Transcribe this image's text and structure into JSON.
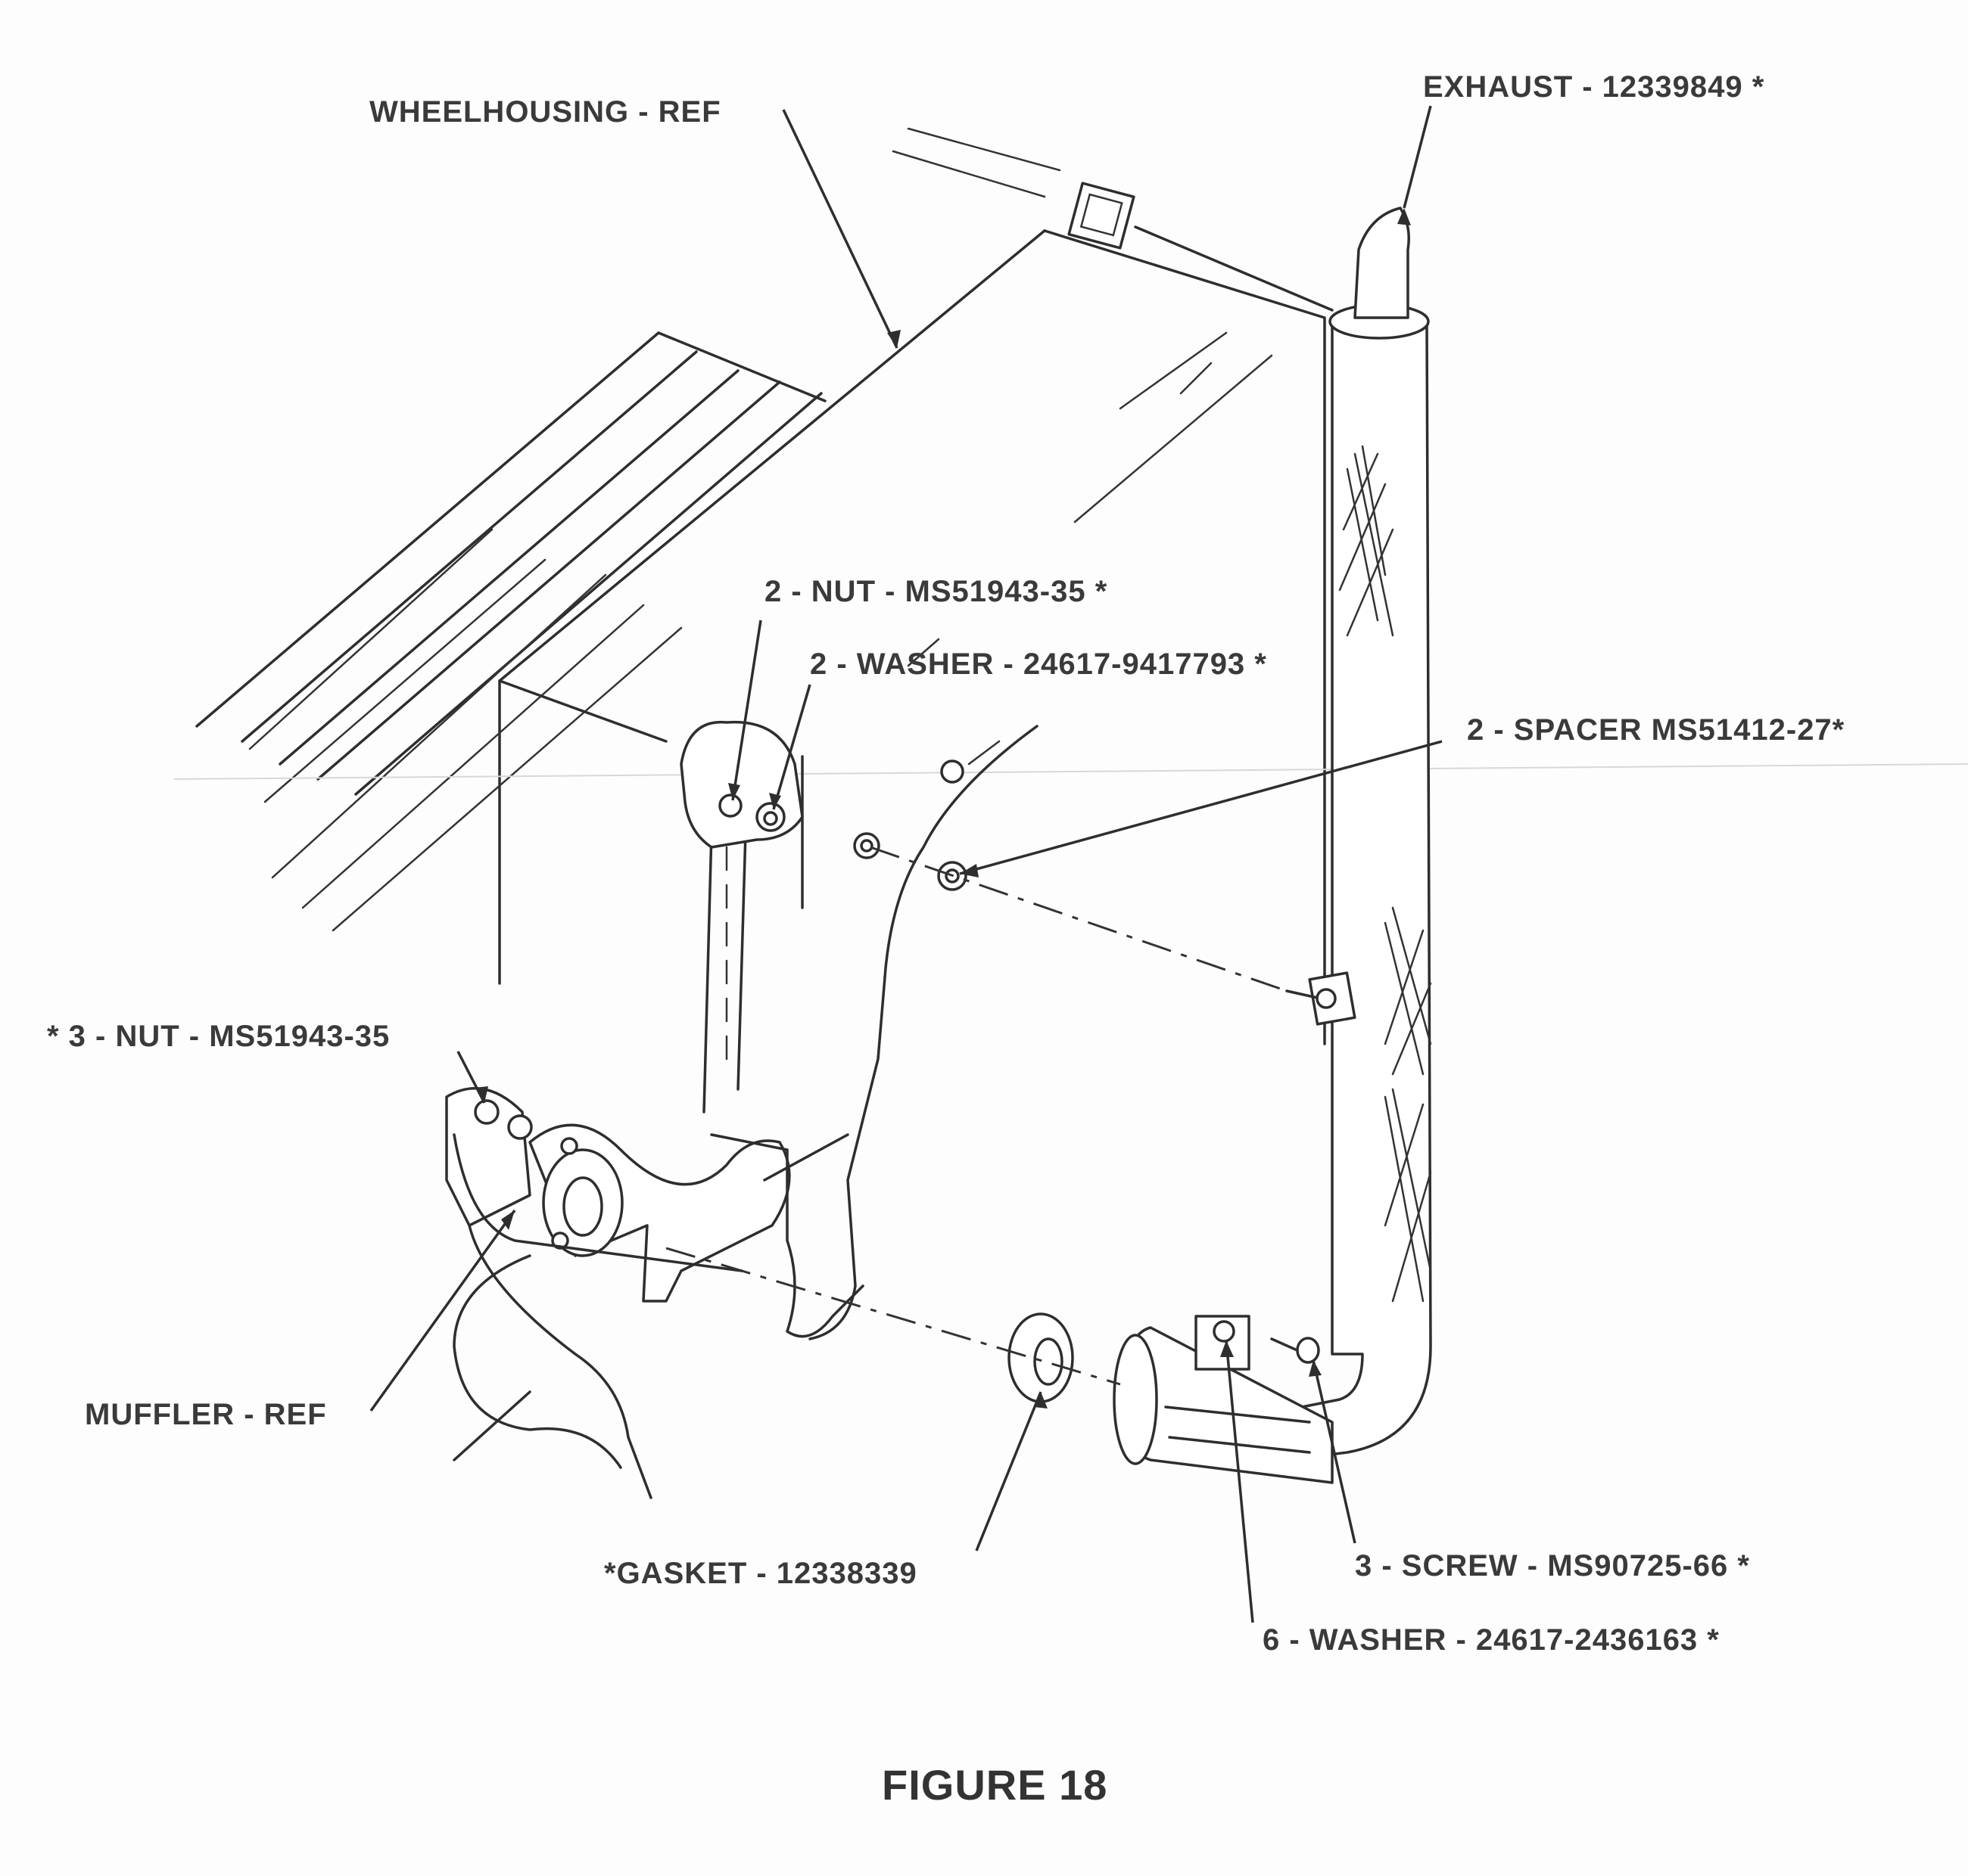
{
  "figure": {
    "caption": "FIGURE 18"
  },
  "callouts": {
    "wheelhousing": "WHEELHOUSING - REF",
    "exhaust": "EXHAUST - 12339849 *",
    "nut_top": "2 - NUT - MS51943-35 *",
    "washer_top": "2 - WASHER - 24617-9417793 *",
    "spacer": "2 - SPACER MS51412-27*",
    "nut_left": "* 3 - NUT - MS51943-35",
    "muffler": "MUFFLER - REF",
    "gasket": "*GASKET - 12338339",
    "screw": "3 - SCREW - MS90725-66 *",
    "washer_bottom": "6 - WASHER - 24617-2436163 *"
  },
  "parts": [
    {
      "qty": "",
      "name": "WHEELHOUSING",
      "number": "REF"
    },
    {
      "qty": "",
      "name": "EXHAUST",
      "number": "12339849"
    },
    {
      "qty": "2",
      "name": "NUT",
      "number": "MS51943-35"
    },
    {
      "qty": "2",
      "name": "WASHER",
      "number": "24617-9417793"
    },
    {
      "qty": "2",
      "name": "SPACER",
      "number": "MS51412-27"
    },
    {
      "qty": "3",
      "name": "NUT",
      "number": "MS51943-35"
    },
    {
      "qty": "",
      "name": "MUFFLER",
      "number": "REF"
    },
    {
      "qty": "",
      "name": "GASKET",
      "number": "12338339"
    },
    {
      "qty": "3",
      "name": "SCREW",
      "number": "MS90725-66"
    },
    {
      "qty": "6",
      "name": "WASHER",
      "number": "24617-2436163"
    }
  ],
  "colors": {
    "ink": "#2e2e2e",
    "paper": "#fdfdfd"
  }
}
